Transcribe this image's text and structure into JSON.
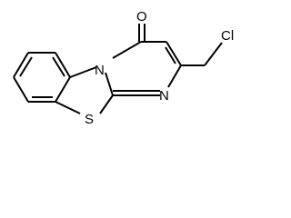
{
  "molecule": {
    "atoms": {
      "oxygen": "O",
      "sulfur": "S",
      "nitrogen_ring": "N",
      "nitrogen_imine": "N",
      "chlorine": "Cl"
    },
    "colors": {
      "bond": "#000000",
      "label": "#000000",
      "background": "#ffffff"
    }
  }
}
